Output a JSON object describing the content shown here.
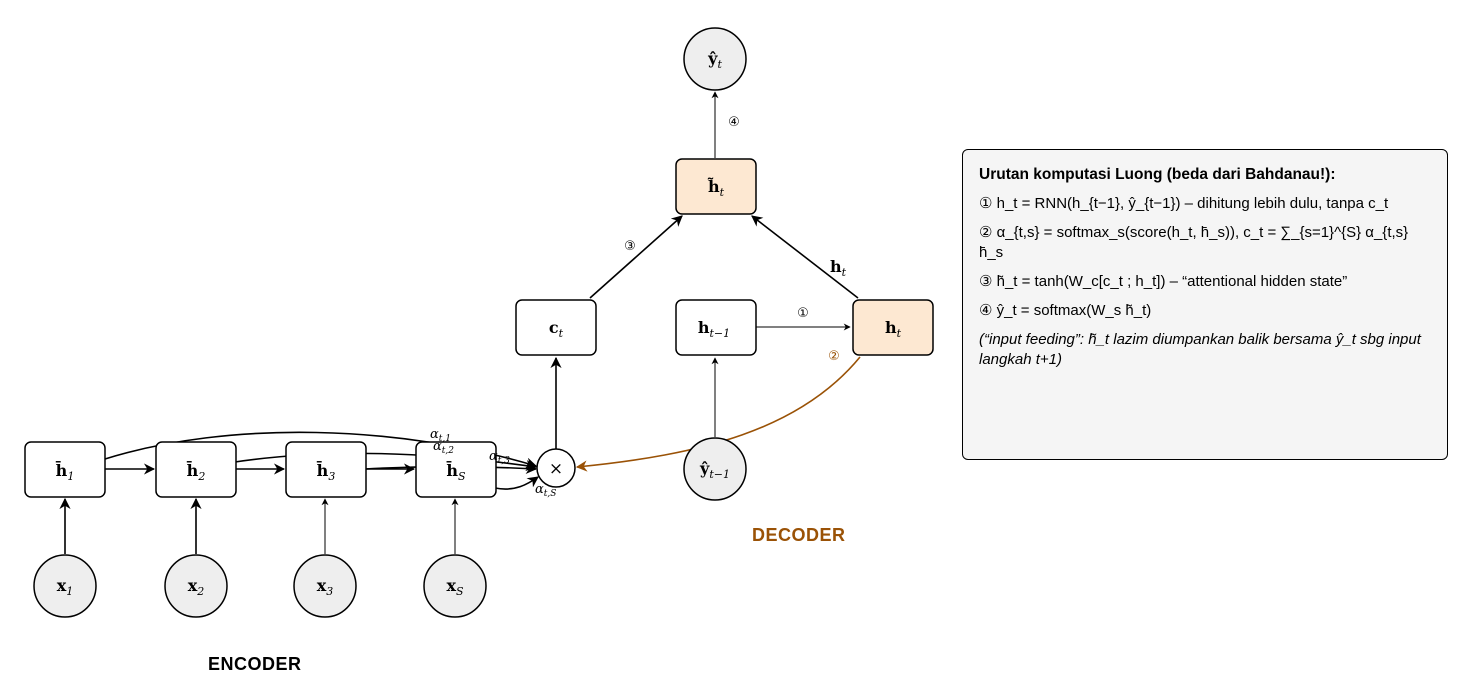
{
  "colors": {
    "highlight_fill": "#fde8d2",
    "node_fill": "#ffffff",
    "circle_fill": "#eeeeee",
    "decoder_color": "#9a5206",
    "attention_arrow": "#9a5206",
    "panel_fill": "#f5f5f5"
  },
  "labels": {
    "encoder": "ENCODER",
    "decoder": "DECODER"
  },
  "encoder": {
    "hidden": [
      {
        "base": "h̄",
        "sub": "1"
      },
      {
        "base": "h̄",
        "sub": "2"
      },
      {
        "base": "h̄",
        "sub": "3"
      },
      {
        "base": "h̄",
        "sub": "S"
      }
    ],
    "inputs": [
      {
        "base": "x",
        "sub": "1"
      },
      {
        "base": "x",
        "sub": "2"
      },
      {
        "base": "x",
        "sub": "3"
      },
      {
        "base": "x",
        "sub": "S"
      }
    ]
  },
  "attention": {
    "operator": "×",
    "weights": [
      "α",
      "α",
      "α",
      "α"
    ],
    "weight_subs": [
      "t,1",
      "t,2",
      "t,3",
      "t,S"
    ]
  },
  "decoder": {
    "context": {
      "base": "c",
      "sub": "t"
    },
    "prev_hidden": {
      "base": "h",
      "sub": "t−1"
    },
    "hidden": {
      "base": "h",
      "sub": "t"
    },
    "attentional": {
      "base": "h̃",
      "sub": "t"
    },
    "output": {
      "base": "ŷ",
      "sub": "t"
    },
    "prev_output": {
      "base": "ŷ",
      "sub": "t−1"
    },
    "edge_label": {
      "base": "h",
      "sub": "t"
    },
    "steps": [
      "①",
      "②",
      "③",
      "④"
    ]
  },
  "panel": {
    "title": "Urutan komputasi Luong (beda dari Bahdanau!):",
    "lines": [
      "① h_t = RNN(h_{t−1}, ŷ_{t−1}) – dihitung lebih dulu, tanpa c_t",
      "② α_{t,s} = softmax_s(score(h_t, h̄_s)),  c_t = ∑_{s=1}^{S} α_{t,s} h̄_s",
      "③ h̃_t = tanh(W_c[c_t ; h_t]) – “attentional hidden state”",
      "④ ŷ_t = softmax(W_s h̃_t)"
    ],
    "note": "(“input feeding”: h̃_t lazim diumpankan balik bersama ŷ_t sbg input langkah t+1)"
  }
}
